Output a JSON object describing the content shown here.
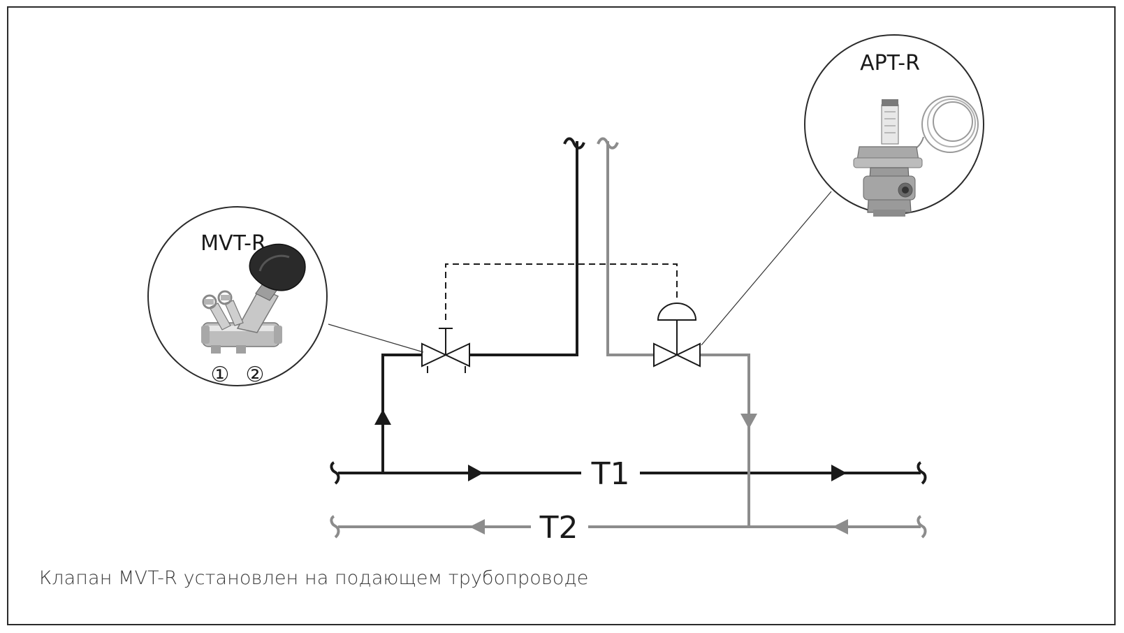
{
  "diagram": {
    "mvt_label": "MVT-R",
    "apt_label": "APT-R",
    "port_1": "①",
    "port_2": "②",
    "t1_label": "T1",
    "t2_label": "T2"
  },
  "caption": "Клапан MVT-R установлен на подающем трубопроводе",
  "colors": {
    "supply_line": "#1a1a1a",
    "return_line": "#8c8c8c",
    "frame": "#2b2b2b"
  }
}
